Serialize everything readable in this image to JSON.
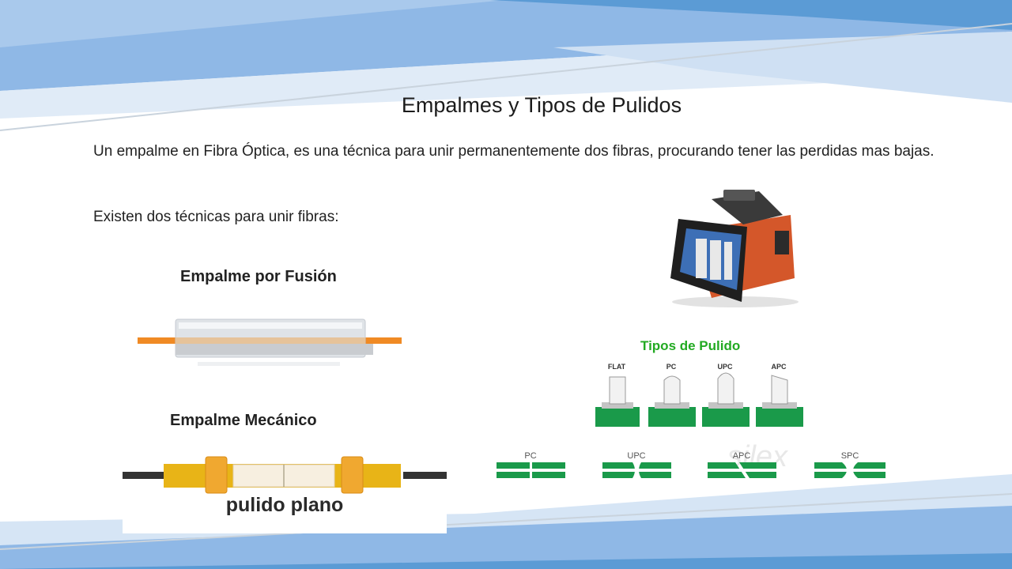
{
  "slide": {
    "title": "Empalmes y Tipos de Pulidos",
    "paragraph": "Un empalme en Fibra Óptica, es una técnica para unir permanentemente dos fibras, procurando tener las perdidas mas bajas.",
    "techniques_intro": "Existen dos técnicas para unir fibras:",
    "fusion_heading": "Empalme por Fusión",
    "mechanical_heading": "Empalme Mecánico"
  },
  "figures": {
    "mechanical_caption": "pulido plano",
    "polish_title": "Tipos de Pulido",
    "polish_types_top": [
      "FLAT",
      "PC",
      "UPC",
      "APC"
    ],
    "polish_types_bottom": [
      "PC",
      "UPC",
      "APC",
      "SPC"
    ],
    "watermark": "silex"
  },
  "colors": {
    "band_dark": "#5b9bd5",
    "band_light": "#bdd7ee",
    "fiber_orange": "#f08a24",
    "connector_green": "#1a9a4a",
    "polish_title_green": "#22aa22",
    "ferrule_yellow": "#e8b417"
  }
}
